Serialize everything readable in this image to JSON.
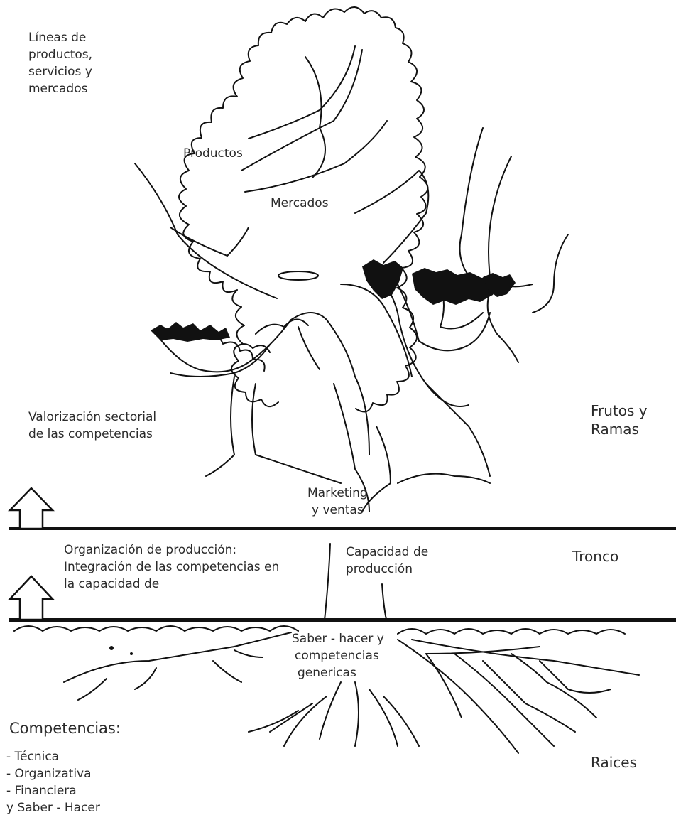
{
  "diagram": {
    "labels": {
      "lineas": [
        "Líneas de",
        "productos,",
        "servicios y",
        "mercados"
      ],
      "productos": "Productos",
      "mercados": "Mercados",
      "valorizacion": [
        "Valorización sectorial",
        "de las competencias"
      ],
      "frutos": [
        "Frutos y",
        "Ramas"
      ],
      "marketing": [
        "Marketing",
        "y ventas"
      ],
      "organizacion": [
        "Organización de producción:",
        "Integración de las competencias en",
        "la capacidad de"
      ],
      "capacidad": [
        "Capacidad de",
        "producción"
      ],
      "tronco": "Tronco",
      "saber": [
        "Saber - hacer y",
        "competencias",
        "genericas"
      ],
      "competencias_title": "Competencias:",
      "competencias_items": [
        "- Técnica",
        "- Organizativa",
        "- Financiera",
        "y Saber - Hacer"
      ],
      "raices": "Raices"
    },
    "colors": {
      "ink": "#111111",
      "text": "#2b2b2b",
      "background": "#ffffff"
    },
    "icons": [
      "up-arrow-icon",
      "up-arrow-icon"
    ]
  }
}
